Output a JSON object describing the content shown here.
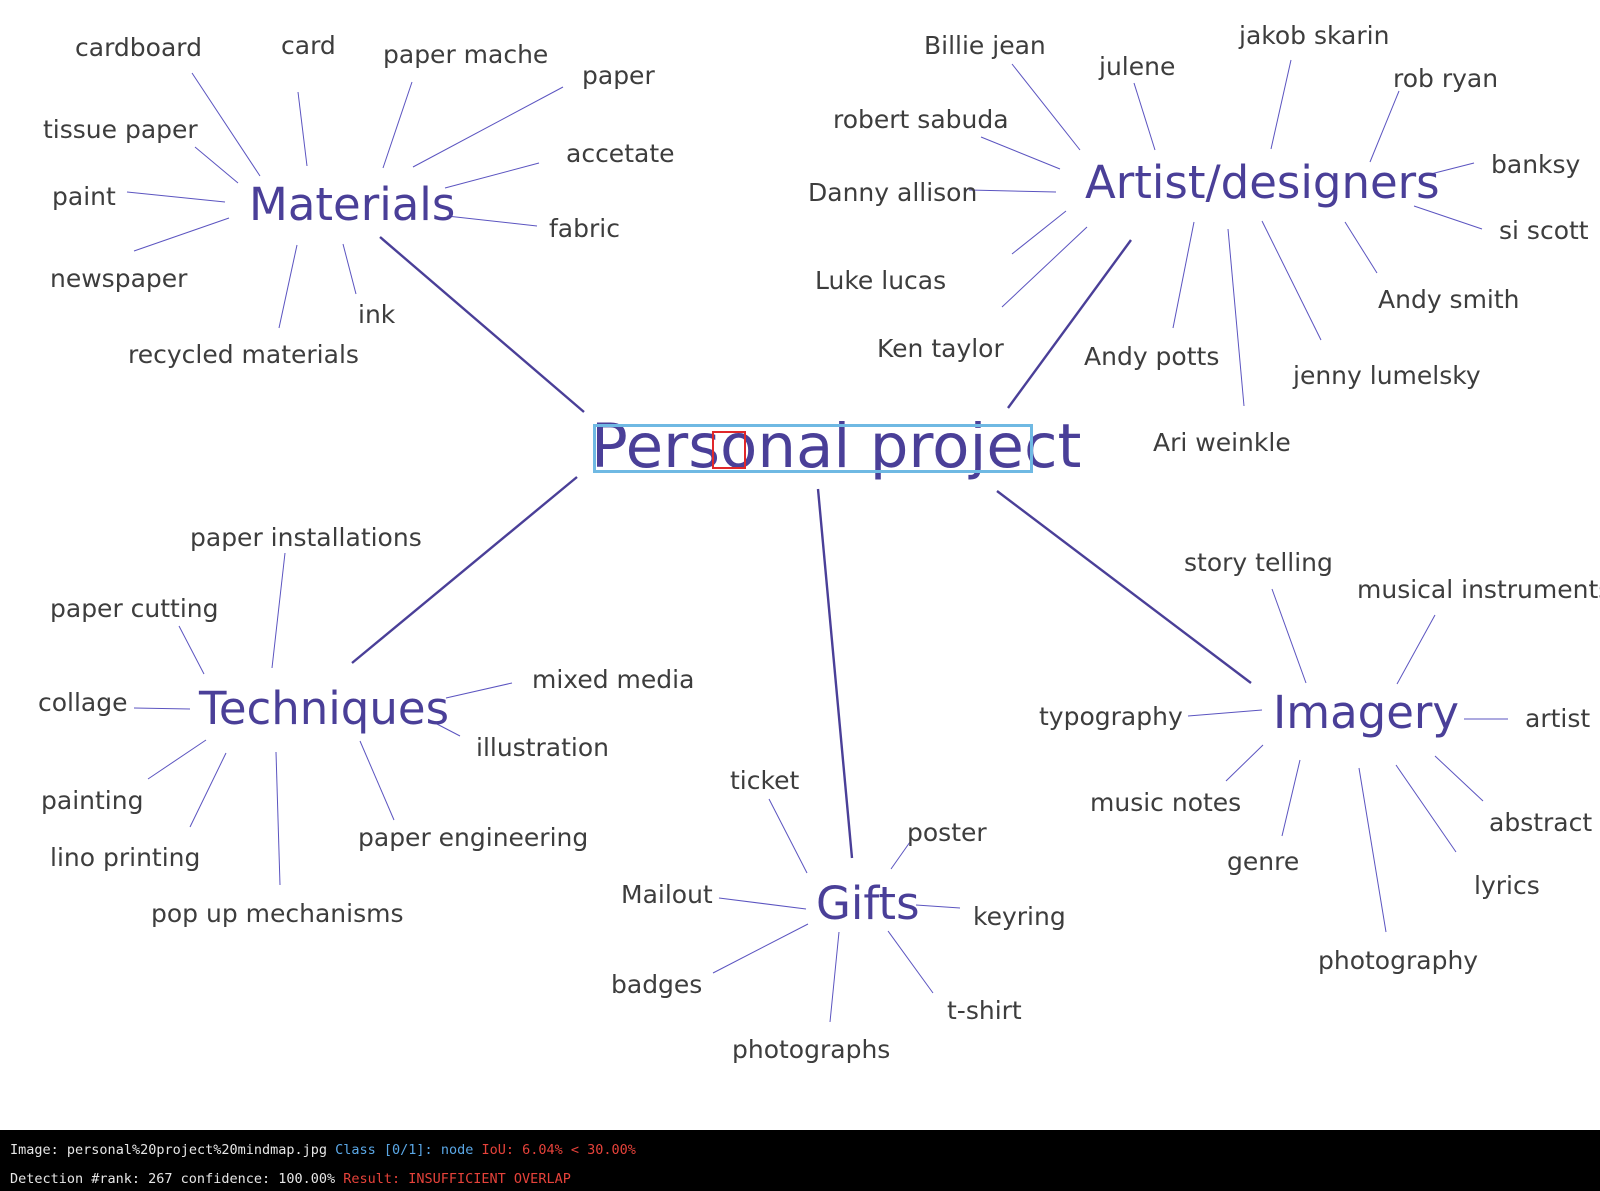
{
  "center": "Personal project",
  "branches": {
    "materials": "Materials",
    "artists": "Artist/designers",
    "techniques": "Techniques",
    "gifts": "Gifts",
    "imagery": "Imagery"
  },
  "materials": [
    "cardboard",
    "card",
    "paper mache",
    "paper",
    "tissue paper",
    "accetate",
    "paint",
    "fabric",
    "newspaper",
    "ink",
    "recycled materials"
  ],
  "artists": [
    "Billie jean",
    "julene",
    "jakob skarin",
    "rob ryan",
    "robert sabuda",
    "banksy",
    "Danny allison",
    "si scott",
    "Luke lucas",
    "Andy smith",
    "Ken taylor",
    "Andy potts",
    "jenny lumelsky",
    "Ari weinkle"
  ],
  "techniques": [
    "paper installations",
    "paper cutting",
    "mixed media",
    "collage",
    "illustration",
    "painting",
    "lino printing",
    "paper engineering",
    "pop up mechanisms"
  ],
  "gifts": [
    "ticket",
    "poster",
    "Mailout",
    "keyring",
    "badges",
    "t-shirt",
    "photographs"
  ],
  "imagery": [
    "story telling",
    "musical instruments",
    "typography",
    "artist",
    "music notes",
    "abstract",
    "genre",
    "lyrics",
    "photography"
  ],
  "status": {
    "image_label": "Image:",
    "image_name": "personal%20project%20mindmap.jpg",
    "class_label": "Class [0/1]:",
    "class_value": "node",
    "iou": "IoU: 6.04% < 30.00%",
    "detection": "Detection #rank: 267 confidence: 100.00%",
    "result": "Result: INSUFFICIENT OVERLAP"
  },
  "colors": {
    "branch": "#4a3f98",
    "label": "#3d3d3d",
    "selection_box": "#6fb9e3",
    "detection_box": "#e0282a",
    "status_bg": "#000000",
    "status_text": "#e6e6e6",
    "status_blue": "#5aa7e6",
    "status_red": "#e6423a"
  }
}
